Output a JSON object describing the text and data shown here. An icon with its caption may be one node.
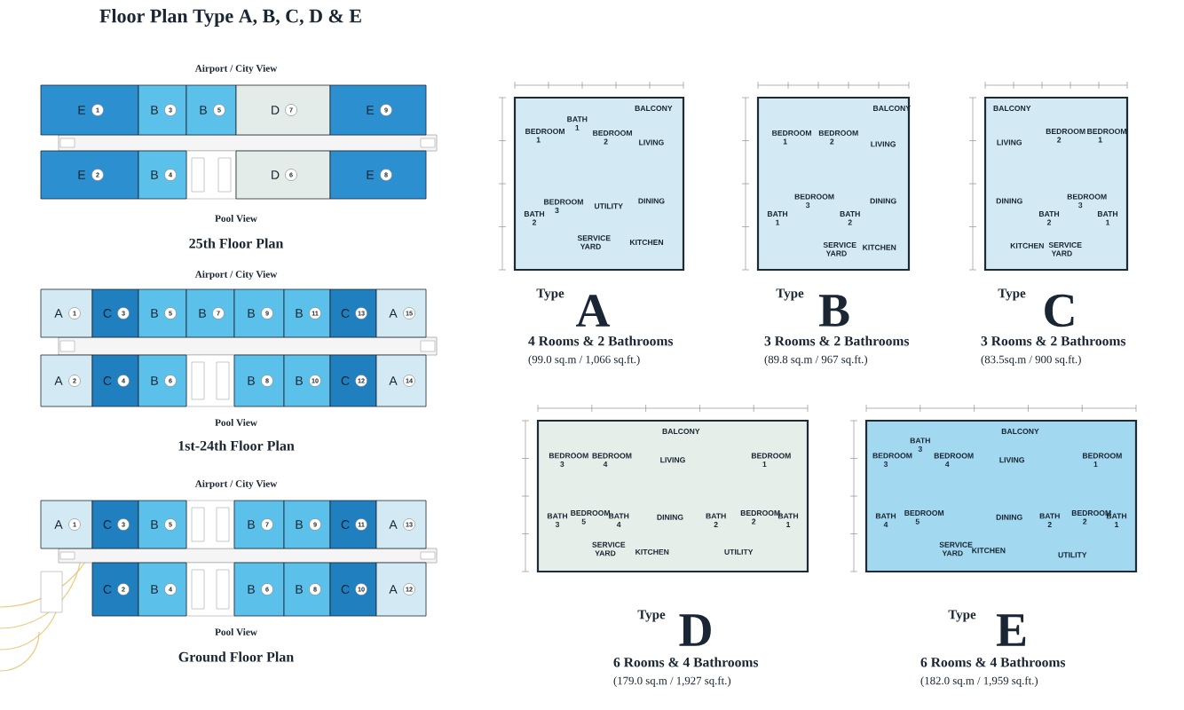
{
  "diagram": {
    "title": "Floor Plan Type A, B, C, D & E",
    "nodes": [
      {
        "text": [
          "E",
          "1"
        ]
      },
      {
        "text": [
          "B",
          "3"
        ]
      },
      {
        "text": [
          "B",
          "5"
        ]
      },
      {
        "text": [
          "D",
          "7"
        ]
      },
      {
        "text": [
          "E",
          "9"
        ]
      },
      {
        "text": [
          "E",
          "2"
        ]
      },
      {
        "text": [
          "B",
          "4"
        ]
      },
      {
        "text": [
          "D",
          "6"
        ]
      },
      {
        "text": [
          "E",
          "8"
        ]
      },
      {
        "text": [
          "A",
          "1"
        ]
      },
      {
        "text": [
          "C",
          "3"
        ]
      },
      {
        "text": [
          "B",
          "5"
        ]
      },
      {
        "text": [
          "B",
          "7"
        ]
      },
      {
        "text": [
          "B",
          "9"
        ]
      },
      {
        "text": [
          "B",
          "11"
        ]
      },
      {
        "text": [
          "C",
          "13"
        ]
      },
      {
        "text": [
          "A",
          "15"
        ]
      },
      {
        "text": [
          "A",
          "2"
        ]
      },
      {
        "text": [
          "C",
          "4"
        ]
      },
      {
        "text": [
          "B",
          "6"
        ]
      },
      {
        "text": [
          "B",
          "8"
        ]
      },
      {
        "text": [
          "B",
          "10"
        ]
      },
      {
        "text": [
          "C",
          "12"
        ]
      },
      {
        "text": [
          "A",
          "14"
        ]
      },
      {
        "text": [
          "A",
          "1"
        ]
      },
      {
        "text": [
          "C",
          "3"
        ]
      },
      {
        "text": [
          "B",
          "5"
        ]
      },
      {
        "text": [
          "B",
          "7"
        ]
      },
      {
        "text": [
          "B",
          "9"
        ]
      },
      {
        "text": [
          "C",
          "11"
        ]
      },
      {
        "text": [
          "A",
          "13"
        ]
      },
      {
        "text": [
          "C",
          "2"
        ]
      },
      {
        "text": [
          "B",
          "4"
        ]
      },
      {
        "text": [
          "B",
          "6"
        ]
      },
      {
        "text": [
          "B",
          "8"
        ]
      },
      {
        "text": [
          "C",
          "10"
        ]
      },
      {
        "text": [
          "A",
          "12"
        ]
      }
    ],
    "labels": [
      "Airport / City View",
      "Pool View",
      "25th Floor Plan",
      "Airport / City View",
      "Pool View",
      "1st-24th Floor Plan",
      "Airport / City View",
      "Pool View",
      "Ground Floor Plan",
      "BATH 1",
      "BALCONY",
      "BEDROOM 1",
      "BEDROOM 2",
      "LIVING",
      "BEDROOM 3",
      "UTILITY",
      "DINING",
      "BATH 2",
      "SERVICE YARD",
      "KITCHEN",
      "Type",
      "A",
      "4 Rooms & 2 Bathrooms",
      "(99.0 sq.m / 1,066 sq.ft.)",
      "BALCONY",
      "BEDROOM 1",
      "BEDROOM 2",
      "LIVING",
      "BEDROOM 3",
      "DINING",
      "BATH 1",
      "BATH 2",
      "SERVICE YARD",
      "KITCHEN",
      "Type",
      "B",
      "3 Rooms & 2 Bathrooms",
      "(89.8 sq.m / 967 sq.ft.)",
      "BALCONY",
      "LIVING",
      "BEDROOM 2",
      "BEDROOM 1",
      "DINING",
      "BEDROOM 3",
      "BATH 2",
      "BATH 1",
      "KITCHEN",
      "SERVICE YARD",
      "Type",
      "C",
      "3 Rooms & 2 Bathrooms",
      "(83.5sq.m / 900 sq.ft.)",
      "BALCONY",
      "BEDROOM 3",
      "BEDROOM 4",
      "LIVING",
      "BEDROOM 1",
      "BATH 3",
      "BEDROOM 5",
      "BATH 4",
      "DINING",
      "BATH 2",
      "BEDROOM 2",
      "BATH 1",
      "SERVICE YARD",
      "KITCHEN",
      "UTILITY",
      "Type",
      "D",
      "6 Rooms & 4 Bathrooms",
      "(179.0 sq.m / 1,927 sq.ft.)",
      "BATH 3",
      "BALCONY",
      "BEDROOM 3",
      "BEDROOM 4",
      "LIVING",
      "BEDROOM 1",
      "BATH 4",
      "BEDROOM 5",
      "DINING",
      "BATH 2",
      "BEDROOM 2",
      "BATH 1",
      "SERVICE YARD",
      "KITCHEN",
      "UTILITY",
      "Type",
      "E",
      "6 Rooms & 4 Bathrooms",
      "(182.0 sq.m / 1,959 sq.ft.)"
    ]
  }
}
